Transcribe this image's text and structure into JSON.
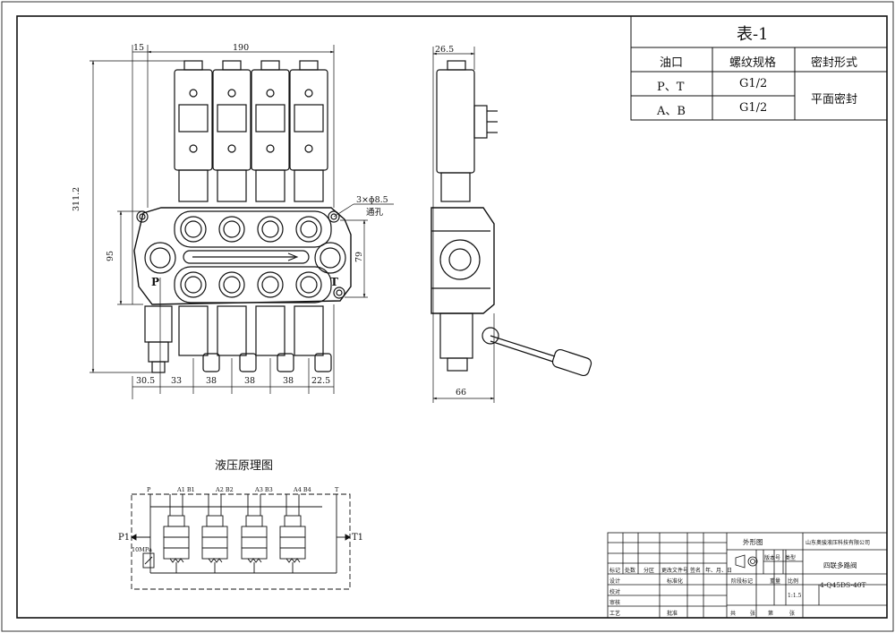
{
  "table": {
    "title": "表-1",
    "headers": [
      "油口",
      "螺纹规格",
      "密封形式"
    ],
    "rows": [
      {
        "port": "P、T",
        "thread": "G1/2"
      },
      {
        "port": "A、B",
        "thread": "G1/2"
      }
    ],
    "seal": "平面密封"
  },
  "front_view": {
    "dims": {
      "top_15": "15",
      "top_190": "190",
      "height_311": "311.2",
      "height_95": "95",
      "height_79": "79",
      "hole_note": "3×ɸ8.5",
      "hole_note2": "通孔",
      "bottom": [
        "30.5",
        "33",
        "38",
        "38",
        "38",
        "22.5"
      ]
    },
    "port_labels": {
      "p": "P",
      "t": "T"
    }
  },
  "side_view": {
    "dims": {
      "top": "26.5",
      "bottom": "66"
    }
  },
  "schematic": {
    "title": "液压原理图",
    "top_ports": [
      "P",
      "A1 B1",
      "A2 B2",
      "A3 B3",
      "A4 B4",
      "T"
    ],
    "p1": "P1",
    "t1": "T1",
    "relief": "10MPa"
  },
  "title_block": {
    "company": "山东奥骏液压科技有限公司",
    "outline": "外形图",
    "product": "四联多路阀",
    "model": "4-Q45DS-40T",
    "scale": "1:1.5",
    "labels": {
      "mark": "标记",
      "count": "处数",
      "zone": "分区",
      "change_doc": "更改文件号",
      "sign": "签名",
      "date": "年、月、日",
      "design": "设计",
      "standard": "标准化",
      "check": "校对",
      "review": "审核",
      "process": "工艺",
      "approve": "批准",
      "stage_mark": "阶段标记",
      "weight": "重量",
      "ratio": "比例",
      "total": "共",
      "sheet": "张",
      "page": "第",
      "page_sheet": "张",
      "version": "版本号",
      "type": "类型"
    }
  }
}
